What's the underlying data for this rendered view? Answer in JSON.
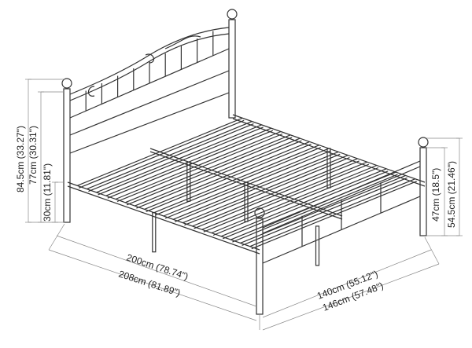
{
  "dimensions": {
    "total_height": "84.5cm (33.27\")",
    "headboard_height": "77cm (30.31\")",
    "under_bed_clearance": "30cm (11.81\")",
    "inner_length": "200cm (78.74\")",
    "outer_length": "208cm (81.89\")",
    "inner_width": "140cm (55.12\")",
    "outer_width": "146cm (57.48\")",
    "footboard_height": "47cm (18.5\")",
    "footboard_total_height": "54.5cm (21.46\")"
  },
  "colors": {
    "line": "#333333",
    "dimension_line": "#888888"
  }
}
